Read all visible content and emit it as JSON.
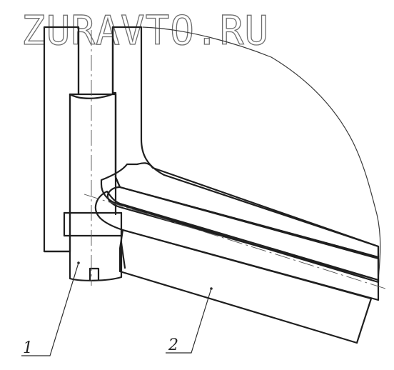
{
  "watermark": "ZURAVTO.RU",
  "callouts": [
    {
      "label": "1"
    },
    {
      "label": "2"
    }
  ],
  "colors": {
    "line": "#1f1f1f",
    "background": "#ffffff",
    "watermark_outline": "#6e6e6e"
  }
}
